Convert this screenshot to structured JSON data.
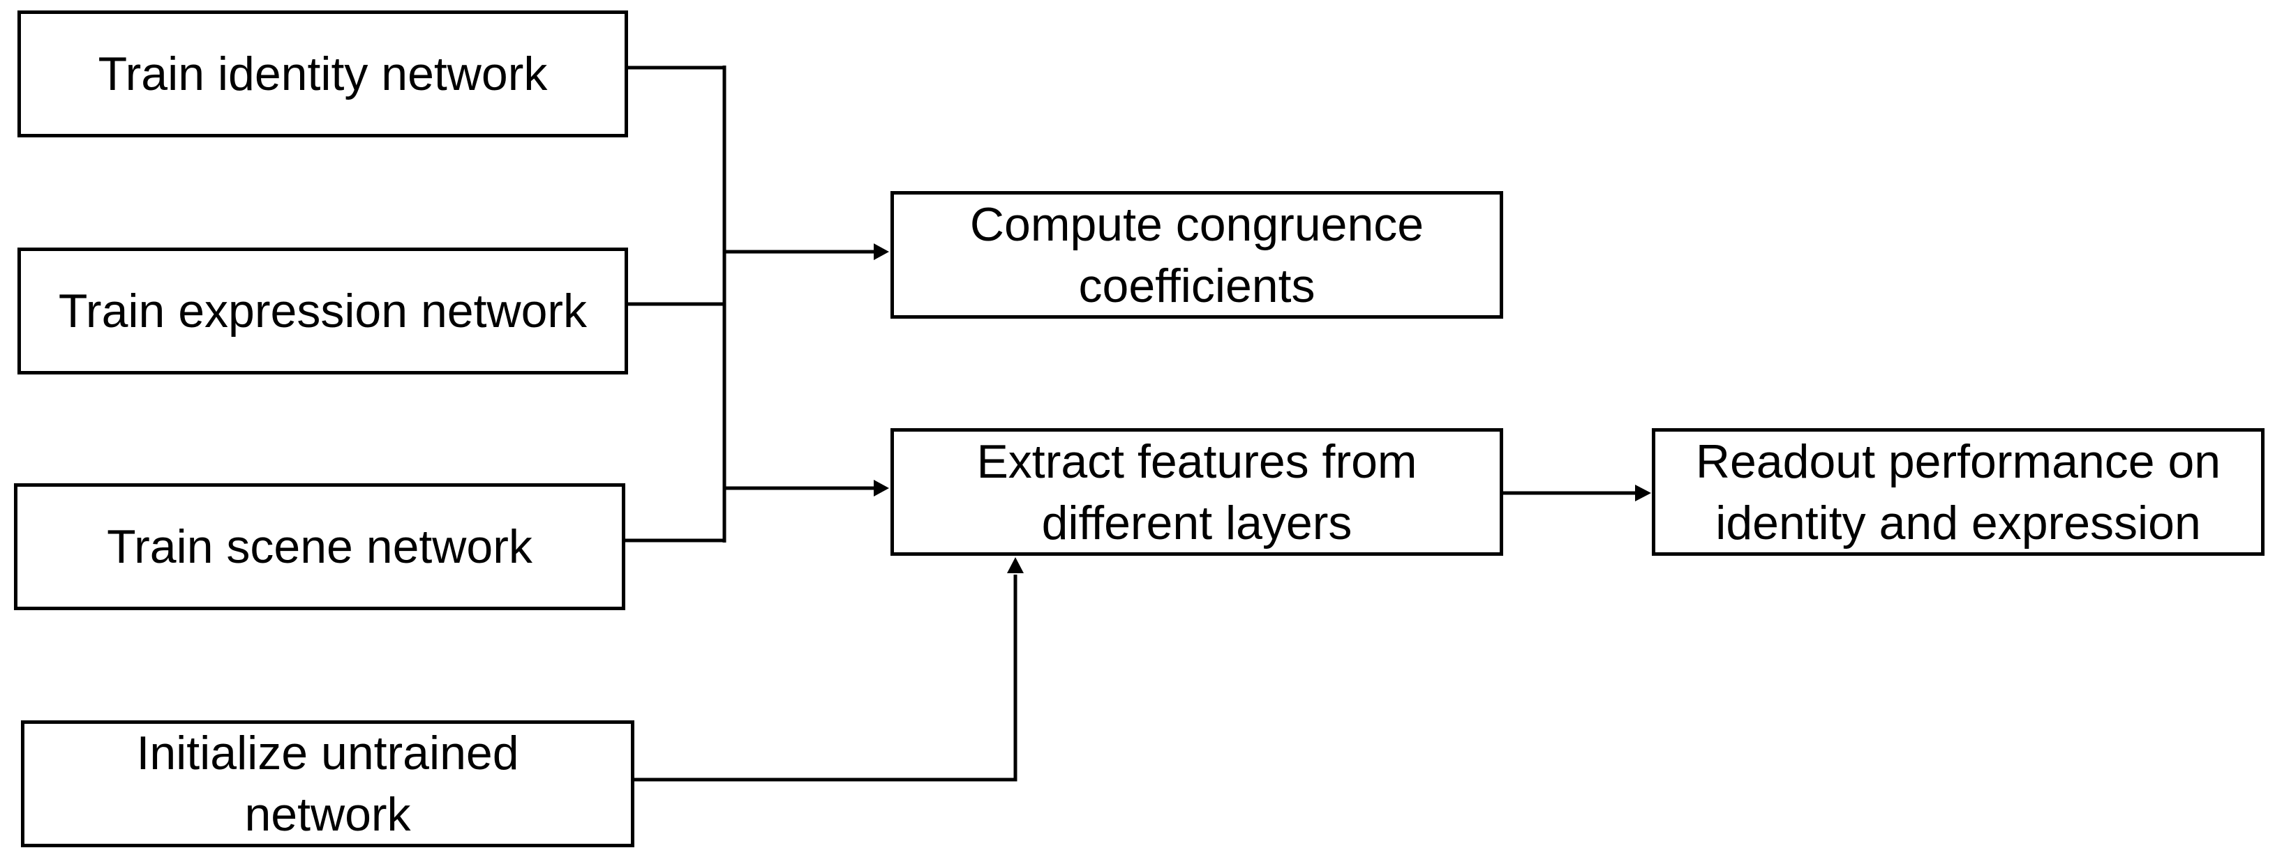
{
  "diagram": {
    "nodes": {
      "train_identity": {
        "line1": "Train identity network",
        "line2": ""
      },
      "train_expression": {
        "line1": "Train expression network",
        "line2": ""
      },
      "train_scene": {
        "line1": "Train scene network",
        "line2": ""
      },
      "initialize_untrained": {
        "line1": "Initialize untrained",
        "line2": "network"
      },
      "compute_congruence": {
        "line1": "Compute congruence",
        "line2": "coefficients"
      },
      "extract_features": {
        "line1": "Extract features from",
        "line2": "different layers"
      },
      "readout_performance": {
        "line1": "Readout performance on",
        "line2": "identity and expression"
      }
    },
    "edges": [
      {
        "from": "train_identity",
        "to": "compute_congruence"
      },
      {
        "from": "train_expression",
        "to": "compute_congruence"
      },
      {
        "from": "train_scene",
        "to": "compute_congruence"
      },
      {
        "from": "train_identity",
        "to": "extract_features"
      },
      {
        "from": "train_expression",
        "to": "extract_features"
      },
      {
        "from": "train_scene",
        "to": "extract_features"
      },
      {
        "from": "initialize_untrained",
        "to": "extract_features"
      },
      {
        "from": "extract_features",
        "to": "readout_performance"
      }
    ],
    "colors": {
      "stroke": "#000000",
      "background": "#ffffff"
    }
  }
}
